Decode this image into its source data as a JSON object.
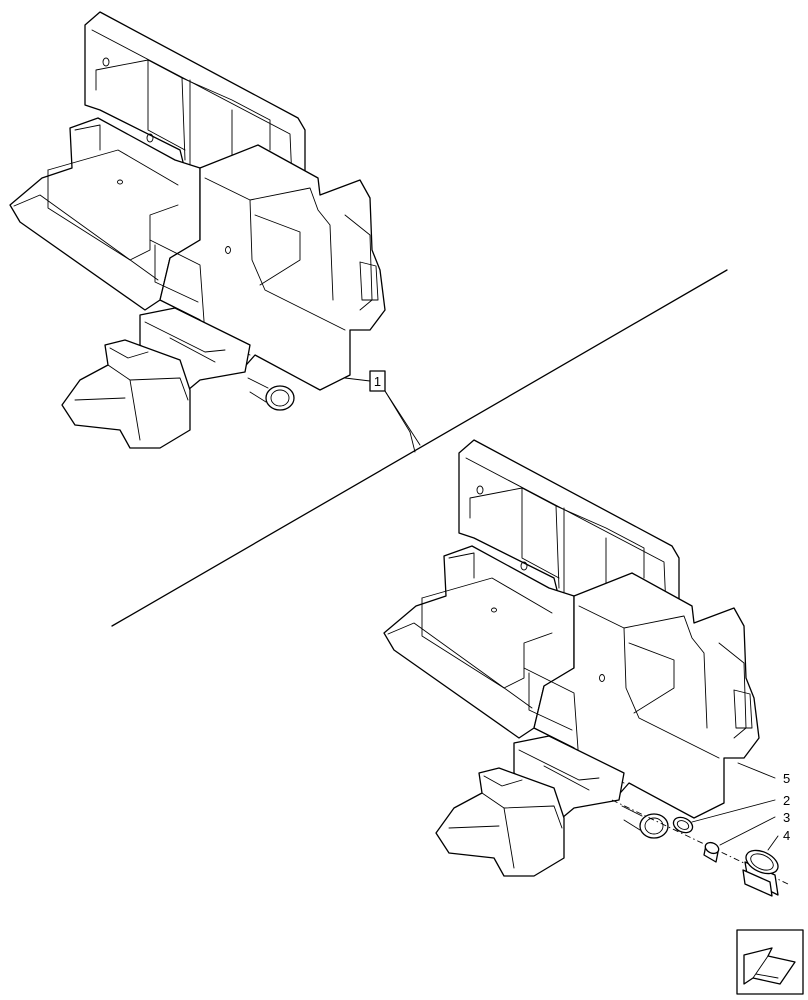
{
  "assembly": {
    "callout_box": "1"
  },
  "parts": {
    "callout_2": "2",
    "callout_3": "3",
    "callout_4": "4",
    "callout_5": "5"
  },
  "nav": {
    "icon": "next-page-arrow-icon"
  }
}
